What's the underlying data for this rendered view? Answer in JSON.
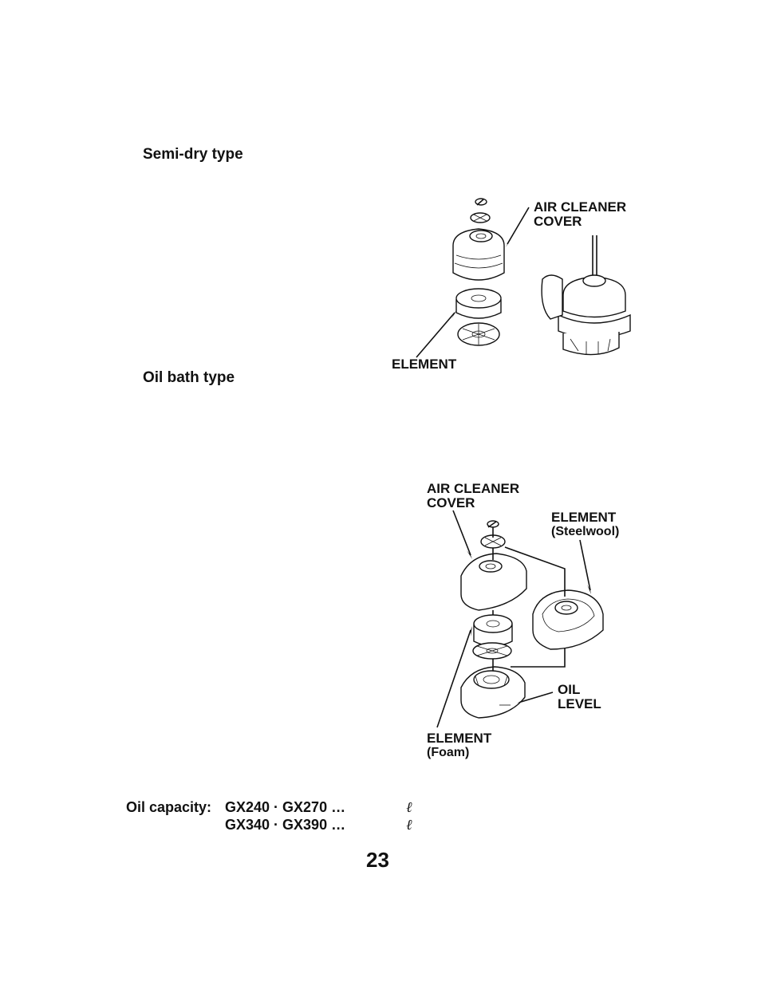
{
  "sections": {
    "semi_dry": {
      "heading": "Semi-dry type",
      "labels": {
        "cover_line1": "AIR CLEANER",
        "cover_line2": "COVER",
        "element": "ELEMENT"
      }
    },
    "oil_bath": {
      "heading": "Oil bath type",
      "labels": {
        "cover_line1": "AIR CLEANER",
        "cover_line2": "COVER",
        "steelwool_line1": "ELEMENT",
        "steelwool_line2": "(Steelwool)",
        "oil_line1": "OIL",
        "oil_line2": "LEVEL",
        "foam_line1": "ELEMENT",
        "foam_line2": "(Foam)"
      }
    }
  },
  "oil_capacity": {
    "label": "Oil capacity:",
    "rows": [
      {
        "models": "GX240 · GX270 …",
        "unit": "ℓ"
      },
      {
        "models": "GX340 · GX390 …",
        "unit": "ℓ"
      }
    ]
  },
  "page_number": "23"
}
